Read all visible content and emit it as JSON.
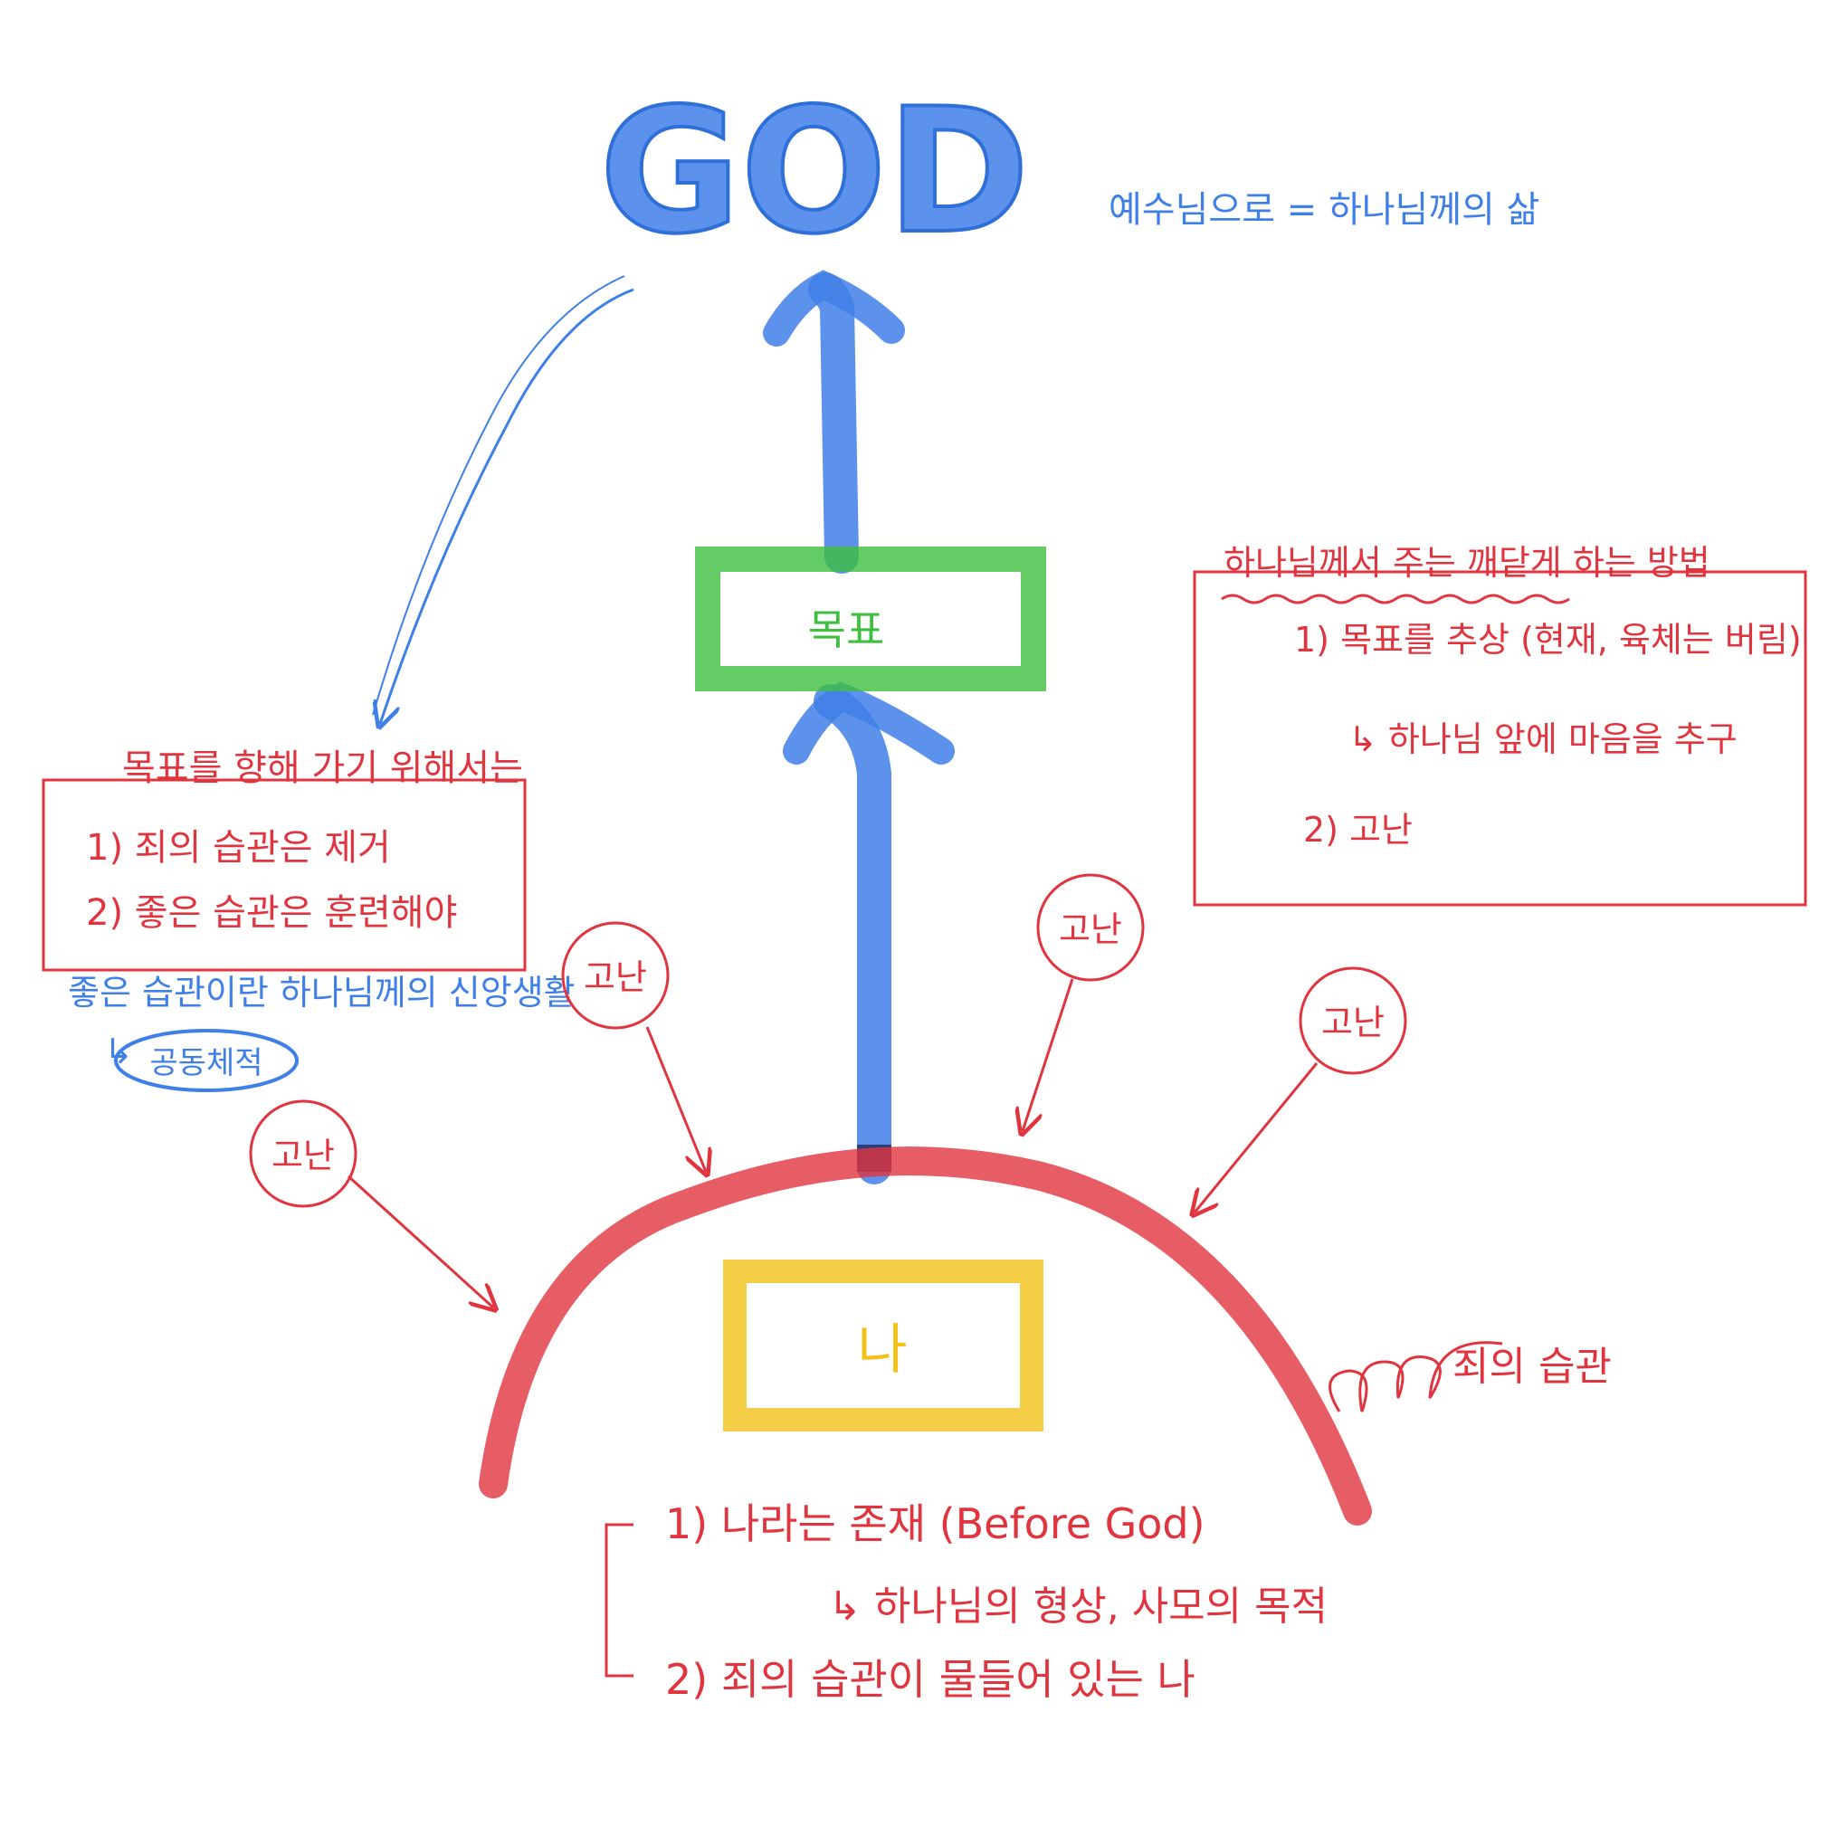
{
  "colors": {
    "blue": "#3f7fe8",
    "red": "#e0353f",
    "green": "#3fbf3f",
    "yellow": "#f2c21a"
  },
  "god": {
    "label": "GOD"
  },
  "top_note": {
    "text": "예수님으로 = 하나님께의 삶"
  },
  "center_box": {
    "label": "목표"
  },
  "self_box": {
    "label": "나"
  },
  "dome_label": {
    "text": "죄의 습관"
  },
  "left_box": {
    "title": "목표를 향해 가기 위해서는",
    "items": [
      "1) 죄의 습관은 제거",
      "2) 좋은 습관은 훈련해야"
    ]
  },
  "left_note": {
    "line1": "좋은 습관이란 하나님께의 신앙생활",
    "line2": "↳",
    "badge": "공동체적"
  },
  "right_box": {
    "title": "하나님께서 주는 깨닫게 하는 방법",
    "items": [
      "1) 목표를 추상 (현재, 육체는 버림)",
      "↳ 하나님 앞에 마음을 추구",
      "2) 고난"
    ]
  },
  "sin_circles": [
    "고난",
    "고난",
    "고난",
    "고난"
  ],
  "bottom_notes": {
    "item1": "1) 나라는 존재 (Before God)",
    "item1_sub": "↳ 하나님의 형상, 사모의 목적",
    "item2": "2) 죄의 습관이 물들어 있는 나"
  }
}
